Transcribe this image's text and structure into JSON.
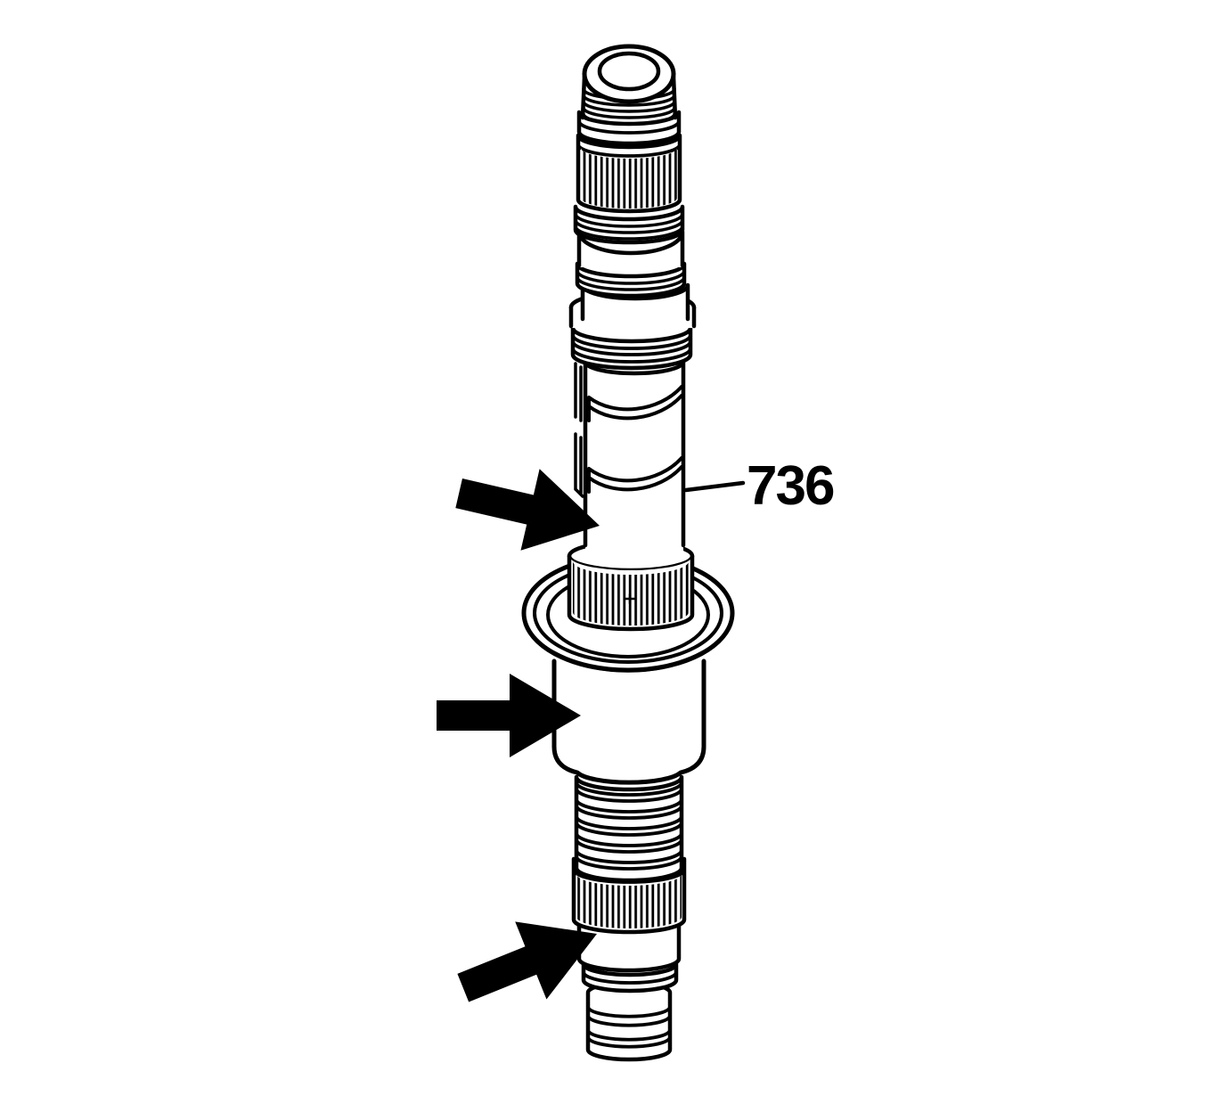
{
  "figure": {
    "background_color": "#ffffff",
    "line_color": "#000000",
    "subject": "splined-shaft-technical-illustration",
    "callout": {
      "label": "736",
      "has_leader_line": true
    },
    "arrows": [
      {
        "name": "upper-pointer-arrow",
        "direction": "right-down"
      },
      {
        "name": "middle-pointer-arrow",
        "direction": "right"
      },
      {
        "name": "lower-pointer-arrow",
        "direction": "right-up"
      }
    ]
  }
}
